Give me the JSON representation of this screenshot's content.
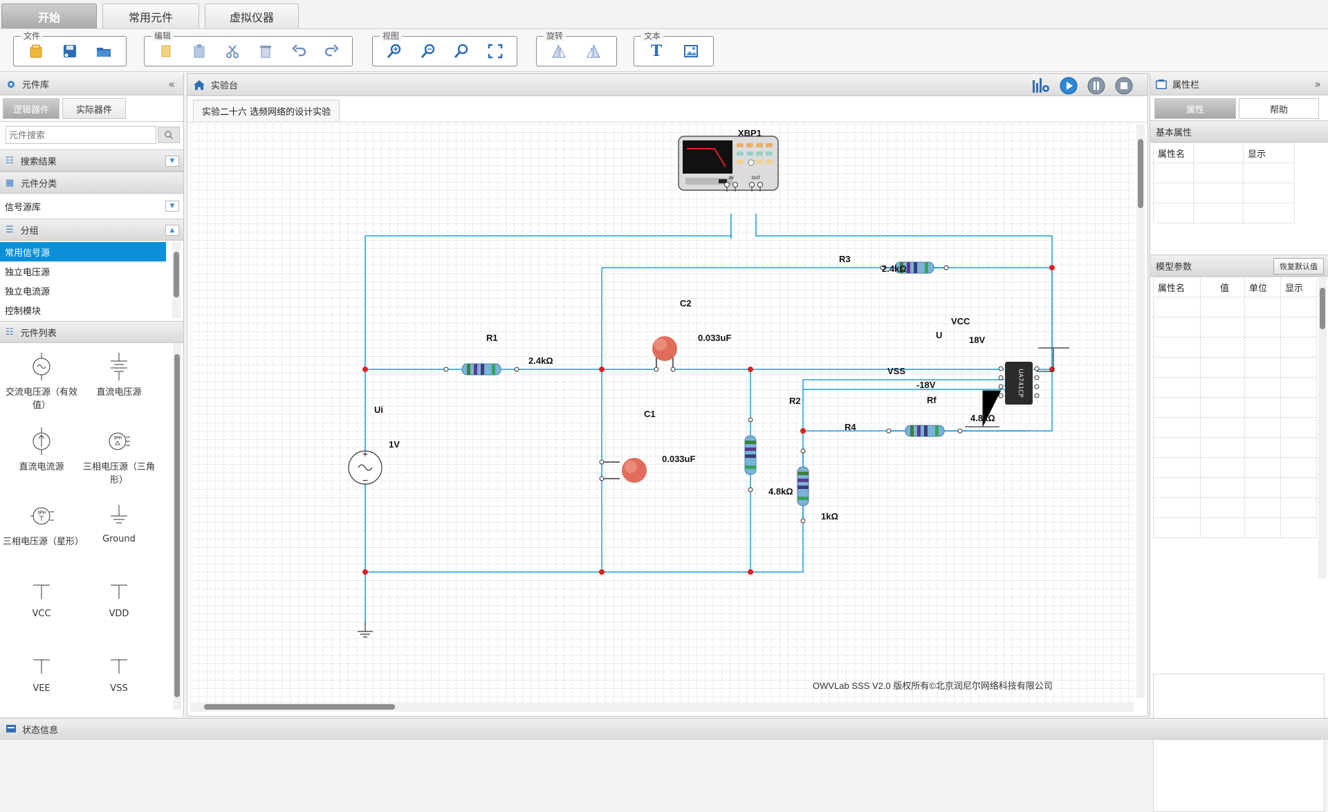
{
  "top_tabs": [
    "开始",
    "常用元件",
    "虚拟仪器"
  ],
  "toolbar": {
    "file_label": "文件",
    "edit_label": "编辑",
    "view_label": "视图",
    "rotate_label": "旋转",
    "text_label": "文本",
    "text_button": "T"
  },
  "left_panel": {
    "title": "元件库",
    "tabs": [
      "逻辑器件",
      "实际器件"
    ],
    "search_placeholder": "元件搜索",
    "search_results": "搜索结果",
    "category_header": "元件分类",
    "category_value": "信号源库",
    "group_header": "分组",
    "groups": [
      "常用信号源",
      "独立电压源",
      "独立电流源",
      "控制模块"
    ],
    "component_list_header": "元件列表",
    "components": [
      {
        "label": "交流电压源（有效值）",
        "icon": "ac-voltage-source-icon"
      },
      {
        "label": "直流电压源",
        "icon": "dc-voltage-source-icon"
      },
      {
        "label": "直流电流源",
        "icon": "dc-current-source-icon"
      },
      {
        "label": "三相电压源（三角形）",
        "icon": "three-phase-delta-icon",
        "glyph": "3PH"
      },
      {
        "label": "三相电压源（星形）",
        "icon": "three-phase-star-icon",
        "glyph": "3PH"
      },
      {
        "label": "Ground",
        "icon": "ground-icon"
      },
      {
        "label": "VCC",
        "icon": "vcc-icon"
      },
      {
        "label": "VDD",
        "icon": "vdd-icon"
      },
      {
        "label": "VEE",
        "icon": "vee-icon"
      },
      {
        "label": "VSS",
        "icon": "vss-icon"
      }
    ]
  },
  "workbench": {
    "title": "实验台",
    "doc_tab": "实验二十六 选频网络的设计实验",
    "copyright": "OWVLab SSS V2.0 版权所有©北京润尼尔网络科技有限公司"
  },
  "circuit": {
    "instrument": {
      "name": "XBP1",
      "port_in": "IN",
      "port_out": "OUT"
    },
    "R1": {
      "name": "R1",
      "value": "2.4kΩ"
    },
    "R2": {
      "name": "R2",
      "value": "1kΩ"
    },
    "R3": {
      "name": "R3",
      "value": "2.4kΩ"
    },
    "R4": {
      "name": "R4",
      "value": "4.8kΩ"
    },
    "Rf": {
      "name": "Rf",
      "value": "4.8kΩ"
    },
    "C1": {
      "name": "C1",
      "value": "0.033uF"
    },
    "C2": {
      "name": "C2",
      "value": "0.033uF"
    },
    "Ui": {
      "name": "Ui",
      "value": "1V"
    },
    "U": {
      "name": "U",
      "chip": "UA741CP"
    },
    "VCC": {
      "name": "VCC",
      "value": "18V"
    },
    "VSS": {
      "name": "VSS",
      "value": "-18V"
    }
  },
  "right_panel": {
    "title": "属性栏",
    "tabs": [
      "属性",
      "帮助"
    ],
    "basic_props_header": "基本属性",
    "basic_cols": [
      "属性名",
      "显示"
    ],
    "model_params_header": "模型参数",
    "restore_button": "恢复默认值",
    "model_cols": [
      "属性名",
      "值",
      "单位",
      "显示"
    ]
  },
  "status_bar": {
    "label": "状态信息"
  },
  "colors": {
    "wire": "#1e9be0",
    "junction": "#e02020",
    "selected": "#0a8fd8"
  }
}
